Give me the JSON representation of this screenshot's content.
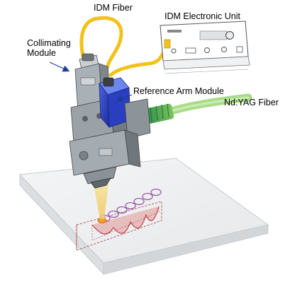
{
  "labels": {
    "idm_fiber": "IDM Fiber",
    "idm_unit": "IDM Electronic Unit",
    "collimating": "Collimating Module",
    "reference_arm": "Reference Arm Module",
    "ndyag_fiber": "Nd:YAG Fiber"
  },
  "colors": {
    "fiber_yellow": "#f2c21b",
    "ndyag_green": "#9fd67c",
    "connector_green": "#2e8c4b",
    "module_blue": "#2a3fbf",
    "housing_grey": "#9aa2a8",
    "beam_yellow": "#f4e08a",
    "weld_red": "#b8333a",
    "arrow_blue": "#1f3a9c"
  },
  "icons": [
    "idm-unit-icon",
    "laser-head-icon",
    "workpiece-icon"
  ]
}
